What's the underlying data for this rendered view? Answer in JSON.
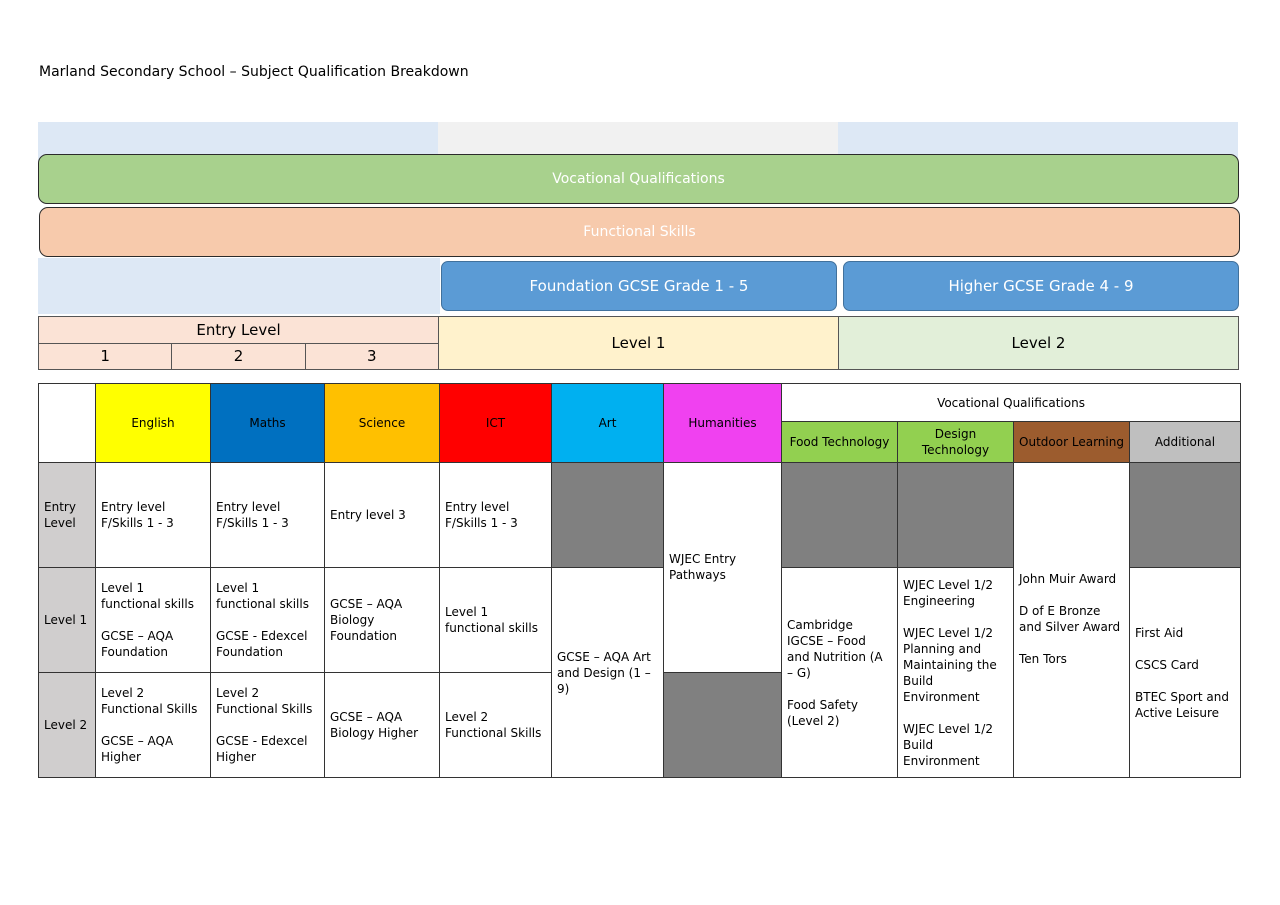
{
  "title": "Marland Secondary School – Subject Qualification Breakdown",
  "diagram": {
    "vocational_band": "Vocational Qualifications",
    "functional_band": "Functional Skills",
    "foundation_gcse": "Foundation GCSE Grade 1 - 5",
    "higher_gcse": "Higher GCSE Grade 4 - 9",
    "entry_level": "Entry Level",
    "entry_subs": [
      "1",
      "2",
      "3"
    ],
    "level1": "Level 1",
    "level2": "Level 2"
  },
  "table": {
    "subjects": [
      {
        "name": "English",
        "color": "#ffff00"
      },
      {
        "name": "Maths",
        "color": "#0070c0"
      },
      {
        "name": "Science",
        "color": "#ffc000"
      },
      {
        "name": "ICT",
        "color": "#ff0000"
      },
      {
        "name": "Art",
        "color": "#00b0f0"
      },
      {
        "name": "Humanities",
        "color": "#f041f0"
      }
    ],
    "vocational_header": "Vocational Qualifications",
    "vocational_subjects": [
      {
        "name": "Food Technology",
        "color": "#92d050"
      },
      {
        "name": "Design Technology",
        "color": "#92d050"
      },
      {
        "name": "Outdoor Learning",
        "color": "#9c5c2e"
      },
      {
        "name": "Additional",
        "color": "#bfbfbf"
      }
    ],
    "row_labels": [
      "Entry Level",
      "Level 1",
      "Level 2"
    ],
    "english": {
      "entry": "Entry level F/Skills 1 - 3",
      "l1_a": "Level 1 functional skills",
      "l1_b": "GCSE – AQA Foundation",
      "l2_a": "Level 2 Functional Skills",
      "l2_b": "GCSE – AQA Higher"
    },
    "maths": {
      "entry": "Entry level F/Skills 1 - 3",
      "l1_a": "Level 1 functional skills",
      "l1_b": "GCSE - Edexcel Foundation",
      "l2_a": "Level 2 Functional Skills",
      "l2_b": "GCSE - Edexcel Higher"
    },
    "science": {
      "entry": "Entry level 3",
      "l1": "GCSE – AQA Biology Foundation",
      "l2": "GCSE – AQA Biology Higher"
    },
    "ict": {
      "entry": "Entry level F/Skills 1 - 3",
      "l1": "Level 1 functional skills",
      "l2": "Level 2 Functional Skills"
    },
    "art": {
      "l1_l2": "GCSE – AQA Art and Design (1 – 9)"
    },
    "humanities": {
      "entry_l1": "WJEC Entry Pathways"
    },
    "food": {
      "a": "Cambridge IGCSE – Food and Nutrition (A – G)",
      "b": "Food Safety (Level 2)"
    },
    "design": {
      "a": "WJEC Level 1/2 Engineering",
      "b": "WJEC Level 1/2 Planning and Maintaining the Build Environment",
      "c": "WJEC Level 1/2 Build Environment"
    },
    "outdoor": {
      "a": "John Muir Award",
      "b": "D of E Bronze and Silver Award",
      "c": "Ten Tors"
    },
    "additional": {
      "a": "First Aid",
      "b": "CSCS Card",
      "c": "BTEC Sport and Active Leisure"
    }
  }
}
